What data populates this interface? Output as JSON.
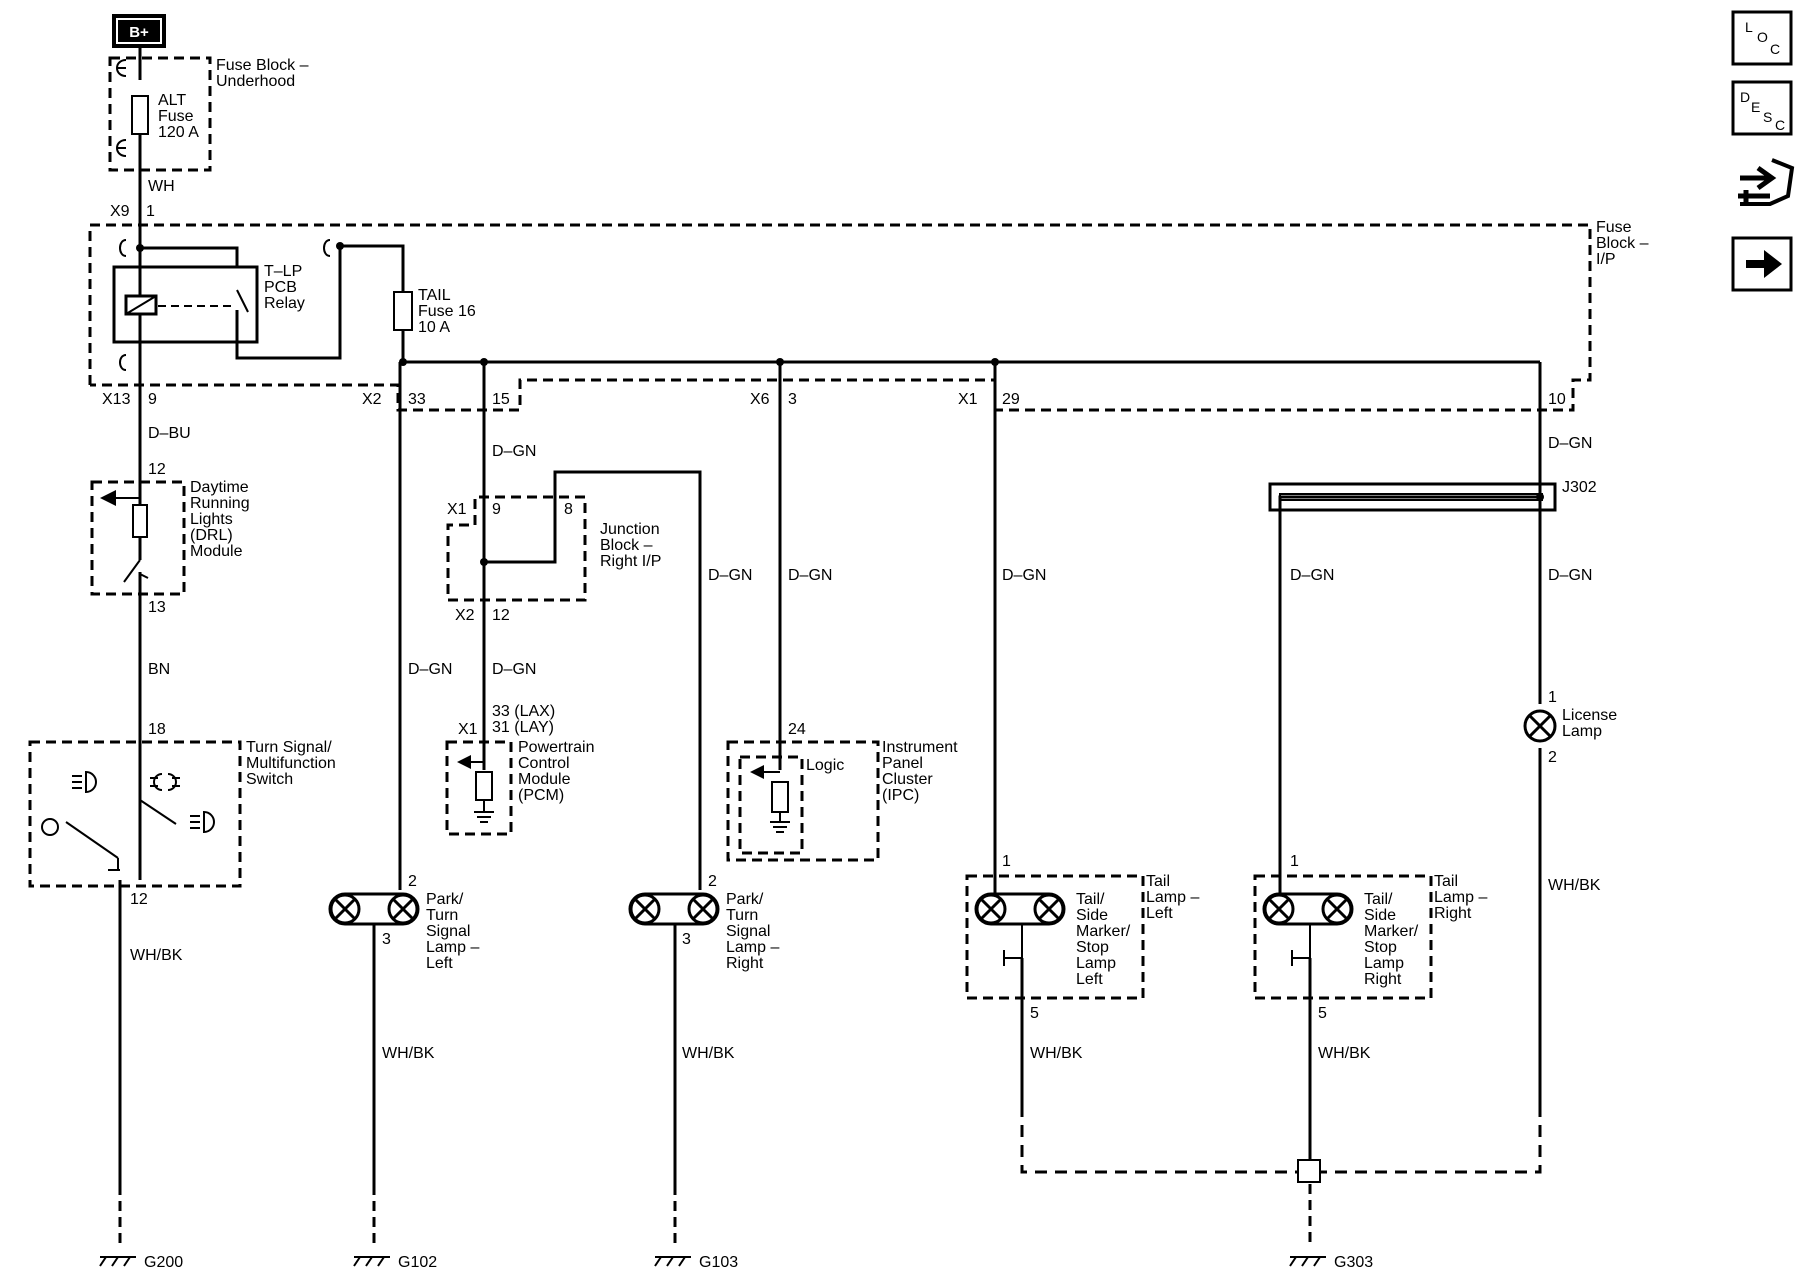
{
  "power": {
    "source": "B+"
  },
  "components": {
    "fuse_block_underhood": {
      "name": "Fuse Block –\nUnderhood",
      "fuse": "ALT\nFuse\n120 A"
    },
    "fuse_block_ip": {
      "name": "Fuse\nBlock –\nI/P"
    },
    "tlp_relay": {
      "name": "T–LP\nPCB\nRelay"
    },
    "tail_fuse": {
      "name": "TAIL\nFuse 16\n10 A"
    },
    "drl_module": {
      "name": "Daytime\nRunning\nLights\n(DRL)\nModule"
    },
    "junction_block": {
      "name": "Junction\nBlock –\nRight I/P"
    },
    "pcm": {
      "name": "Powertrain\nControl\nModule\n(PCM)"
    },
    "ipc": {
      "name": "Instrument\nPanel\nCluster\n(IPC)",
      "logic": "Logic"
    },
    "turn_switch": {
      "name": "Turn Signal/\nMultifunction\nSwitch"
    },
    "park_left": {
      "name": "Park/\nTurn\nSignal\nLamp –\nLeft"
    },
    "park_right": {
      "name": "Park/\nTurn\nSignal\nLamp –\nRight"
    },
    "tail_left": {
      "name": "Tail/\nSide\nMarker/\nStop\nLamp\nLeft",
      "box": "Tail\nLamp –\nLeft"
    },
    "tail_right": {
      "name": "Tail/\nSide\nMarker/\nStop\nLamp\nRight",
      "box": "Tail\nLamp –\nRight"
    },
    "license_lamp": {
      "name": "License\nLamp"
    },
    "splice": {
      "name": "J302"
    }
  },
  "connectors": {
    "x9": "X9",
    "x9_pin": "1",
    "x13": "X13",
    "x13_pin": "9",
    "x2": "X2",
    "x2_pin_a": "33",
    "x2_pin_b": "15",
    "x6": "X6",
    "x6_pin": "3",
    "x1": "X1",
    "x1_pin_a": "29",
    "x1_pin_b": "10",
    "drl_in": "12",
    "drl_out": "13",
    "jb_x1": "X1",
    "jb_in": "9",
    "jb_return": "8",
    "jb_x2": "X2",
    "jb_out": "12",
    "pcm_x1": "X1",
    "pcm_pins": "33 (LAX)\n31 (LAY)",
    "ipc_pin": "24",
    "sw_in": "18",
    "sw_out": "12",
    "pl_in": "2",
    "pl_out": "3",
    "pr_in": "2",
    "pr_out": "3",
    "tl_in": "1",
    "tl_out": "5",
    "tr_in": "1",
    "tr_out": "5",
    "lic_in": "1",
    "lic_out": "2"
  },
  "wires": {
    "wh_fuse": "WH",
    "drl_feed": "D–BU",
    "bn": "BN",
    "dgn_pl": "D–GN",
    "dgn_pcm_top": "D–GN",
    "dgn_pcm_bot": "D–GN",
    "dgn_pr": "D–GN",
    "dgn_ipc": "D–GN",
    "dgn_tl": "D–GN",
    "dgn_top": "D–GN",
    "dgn_tr": "D–GN",
    "dgn_lic": "D–GN",
    "whbk_sw": "WH/BK",
    "whbk_pl": "WH/BK",
    "whbk_pr": "WH/BK",
    "whbk_tl": "WH/BK",
    "whbk_tr": "WH/BK",
    "whbk_lic": "WH/BK"
  },
  "grounds": {
    "g200": "G200",
    "g102": "G102",
    "g103": "G103",
    "g303": "G303"
  },
  "nav": {
    "loc": [
      "L",
      "O",
      "C"
    ],
    "desc": [
      "D",
      "E",
      "S",
      "C"
    ],
    "icons": [
      "loc-icon",
      "desc-icon",
      "connector-end-view-icon",
      "next-page-arrow-icon"
    ]
  }
}
